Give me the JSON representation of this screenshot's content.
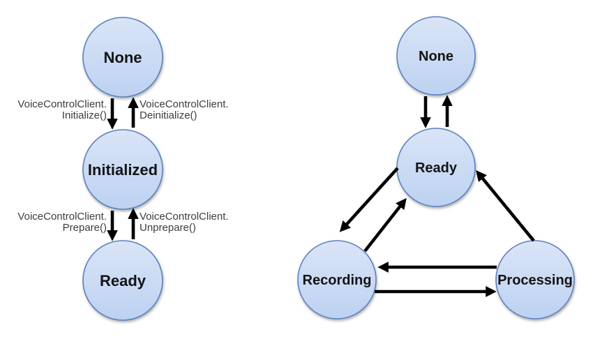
{
  "colors": {
    "background": "#ffffff",
    "state_fill_top": "#dae4f6",
    "state_fill_bottom": "#bcd2f2",
    "state_border": "#5b82bd",
    "arrow": "#000000",
    "state_label_text": "#141414",
    "transition_label_text": "#3d3d3d"
  },
  "left_diagram": {
    "states": [
      {
        "label": "None"
      },
      {
        "label": "Initialized"
      },
      {
        "label": "Ready"
      }
    ],
    "transitions": [
      {
        "from": "None",
        "to": "Initialized",
        "label_line1": "VoiceControlClient.",
        "label_line2": "Initialize()"
      },
      {
        "from": "Initialized",
        "to": "None",
        "label_line1": "VoiceControlClient.",
        "label_line2": "Deinitialize()"
      },
      {
        "from": "Initialized",
        "to": "Ready",
        "label_line1": "VoiceControlClient.",
        "label_line2": "Prepare()"
      },
      {
        "from": "Ready",
        "to": "Initialized",
        "label_line1": "VoiceControlClient.",
        "label_line2": "Unprepare()"
      }
    ]
  },
  "right_diagram": {
    "states": [
      {
        "label": "None"
      },
      {
        "label": "Ready"
      },
      {
        "label": "Recording"
      },
      {
        "label": "Processing"
      }
    ],
    "transitions": [
      {
        "from": "None",
        "to": "Ready"
      },
      {
        "from": "Ready",
        "to": "None"
      },
      {
        "from": "Ready",
        "to": "Recording"
      },
      {
        "from": "Recording",
        "to": "Ready"
      },
      {
        "from": "Processing",
        "to": "Ready"
      },
      {
        "from": "Processing",
        "to": "Recording"
      },
      {
        "from": "Recording",
        "to": "Processing"
      }
    ]
  }
}
